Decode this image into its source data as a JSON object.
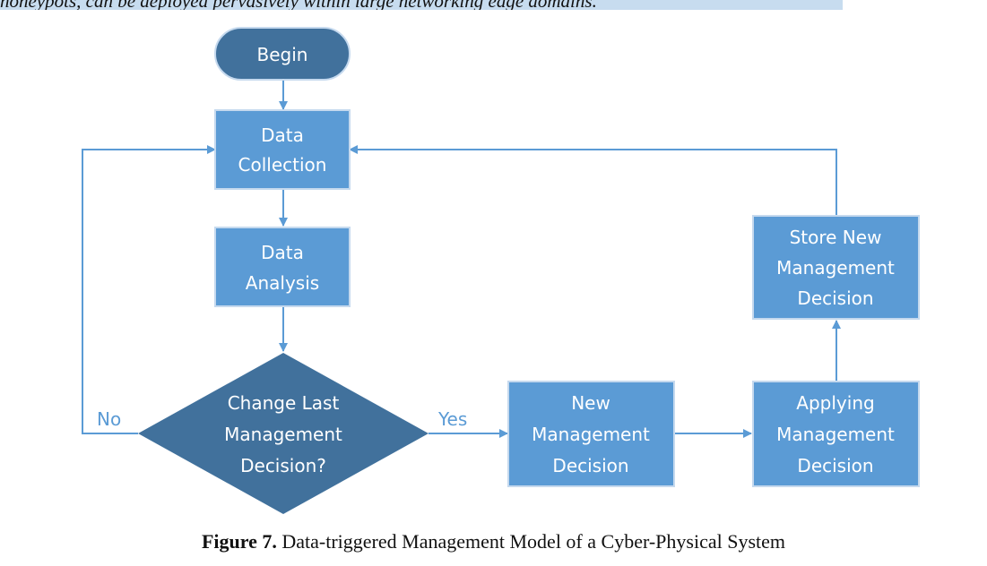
{
  "top_text": "honeypots, can be deployed pervasively within large networking edge domains.",
  "colors": {
    "box_fill": "#5b9bd5",
    "box_border": "#c5d9ee",
    "dark_fill": "#41719c",
    "line": "#5b9bd5",
    "text": "#ffffff"
  },
  "nodes": {
    "begin": "Begin",
    "collect": [
      "Data",
      "Collection"
    ],
    "analysis": [
      "Data",
      "Analysis"
    ],
    "decision": [
      "Change Last",
      "Management",
      "Decision?"
    ],
    "new_decision": [
      "New",
      "Management",
      "Decision"
    ],
    "apply": [
      "Applying",
      "Management",
      "Decision"
    ],
    "store": [
      "Store New",
      "Management",
      "Decision"
    ]
  },
  "edges": {
    "no": "No",
    "yes": "Yes"
  },
  "caption": {
    "label": "Figure 7.",
    "text": "Data-triggered Management Model of a Cyber-Physical System"
  }
}
